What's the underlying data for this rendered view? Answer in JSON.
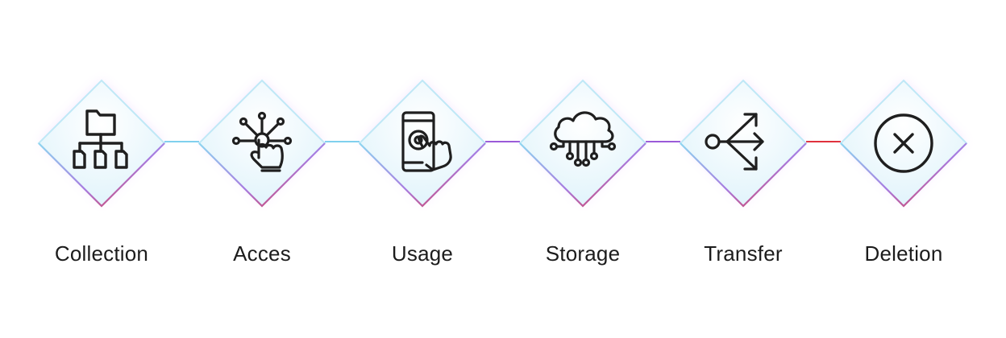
{
  "steps": [
    {
      "label": "Collection",
      "icon": "folder-hierarchy-icon"
    },
    {
      "label": "Acces",
      "icon": "hand-network-icon"
    },
    {
      "label": "Usage",
      "icon": "phone-touch-icon"
    },
    {
      "label": "Storage",
      "icon": "cloud-circuit-icon"
    },
    {
      "label": "Transfer",
      "icon": "branch-arrows-icon"
    },
    {
      "label": "Deletion",
      "icon": "circle-x-icon"
    }
  ],
  "colors": {
    "connector_blue": "#7fd0ee",
    "connector_purple": "#9a5ad8",
    "connector_red": "#e0303c",
    "tile_fill": "#e8f7fd",
    "icon_stroke": "#1f1f1f"
  }
}
